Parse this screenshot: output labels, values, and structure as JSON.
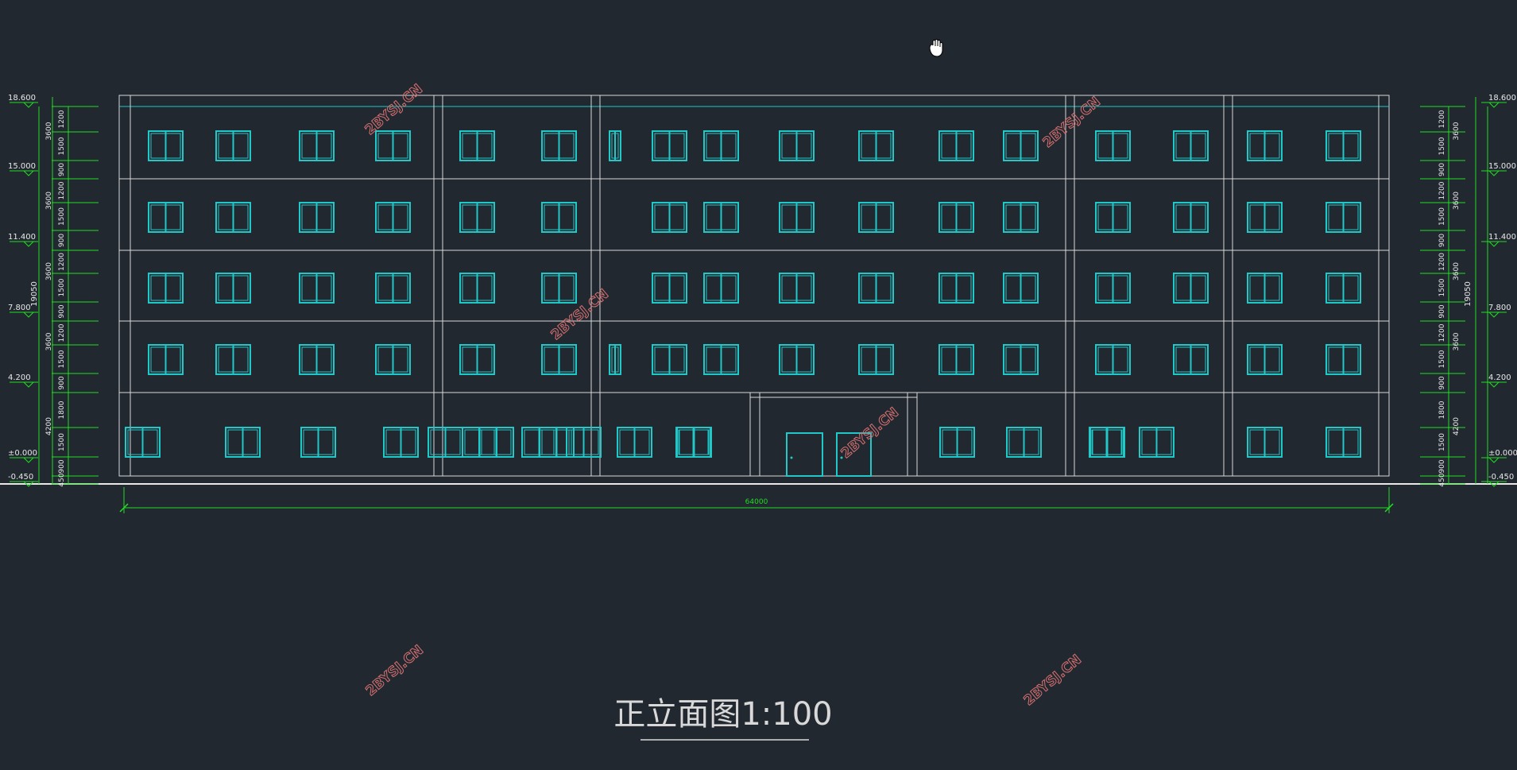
{
  "drawing": {
    "title": "正立面图1:100",
    "total_width": "64000",
    "total_height": "19050",
    "watermark": "2BYSJ.CN"
  },
  "elevations": [
    {
      "id": "roof",
      "label": "18.600"
    },
    {
      "id": "floor5",
      "label": "15.000"
    },
    {
      "id": "floor4",
      "label": "11.400"
    },
    {
      "id": "floor3",
      "label": "7.800"
    },
    {
      "id": "floor2",
      "label": "4.200"
    },
    {
      "id": "ground",
      "label": "±0.000"
    },
    {
      "id": "outdoor",
      "label": "-0.450"
    }
  ],
  "segment_dims": [
    "1200",
    "1500",
    "900",
    "1200",
    "1500",
    "900",
    "1200",
    "1500",
    "900",
    "1200",
    "1500",
    "900",
    "1800",
    "1500",
    "900",
    "450"
  ],
  "storey_dims": [
    "3600",
    "3600",
    "3600",
    "3600",
    "4200"
  ],
  "colors": {
    "background": "#212830",
    "outline": "#d8d8d8",
    "window": "#20c8c8",
    "dimension": "#22dd22",
    "watermark": "#d87070",
    "title": "#d8d8d8"
  },
  "cursor_icon": "hand-pan-icon"
}
